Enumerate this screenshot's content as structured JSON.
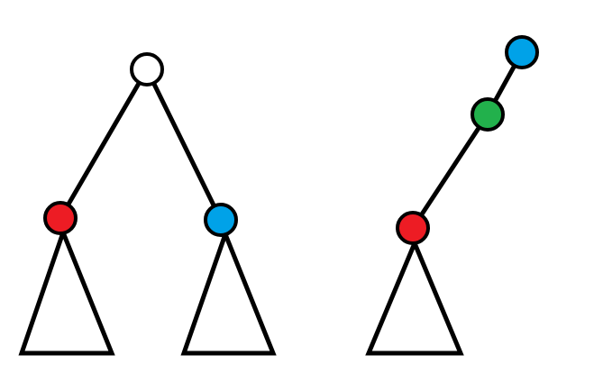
{
  "colors": {
    "white": "#ffffff",
    "red": "#ed1c24",
    "blue": "#00a2e8",
    "green": "#22b14c",
    "outline": "#000000"
  },
  "diagram": {
    "left_tree": {
      "root": {
        "color": "white"
      },
      "left_child": {
        "color": "red",
        "subtree": "triangle"
      },
      "right_child": {
        "color": "blue",
        "subtree": "triangle"
      }
    },
    "right_tree": {
      "chain": [
        {
          "color": "blue"
        },
        {
          "color": "green"
        },
        {
          "color": "red",
          "subtree": "triangle"
        }
      ]
    }
  }
}
